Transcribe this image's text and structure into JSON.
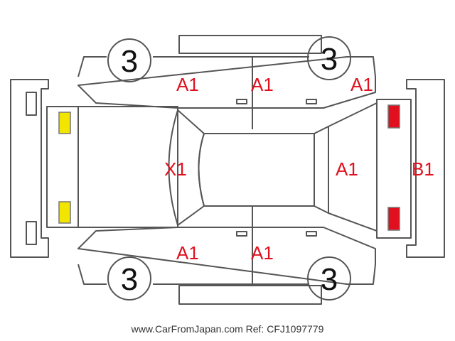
{
  "damage_codes": {
    "front_left_door": "A1",
    "rear_left_door": "A1",
    "rear_left_quarter": "A1",
    "windshield": "X1",
    "rear_glass": "A1",
    "rear_bumper": "B1",
    "front_right_door": "A1",
    "rear_right_door": "A1"
  },
  "tires": {
    "front_left": "3",
    "rear_left": "3",
    "front_right": "3",
    "rear_right": "3"
  },
  "colors": {
    "front_markers": "#f2e600",
    "rear_markers": "#e0101e",
    "code_text": "#e0101e",
    "outline": "#555555"
  },
  "watermark": "www.CarFromJapan.com Ref: CFJ1097779"
}
